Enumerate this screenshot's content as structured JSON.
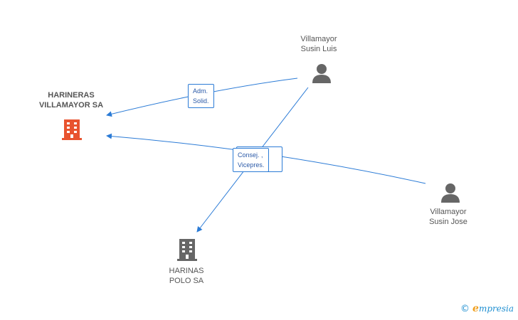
{
  "nodes": {
    "harineras": {
      "line1": "HARINERAS",
      "line2": "VILLAMAYOR SA",
      "type": "company",
      "color": "#e8532f"
    },
    "harinas": {
      "line1": "HARINAS",
      "line2": "POLO SA",
      "type": "company",
      "color": "#666666"
    },
    "luis": {
      "line1": "Villamayor",
      "line2": "Susin Luis",
      "type": "person",
      "color": "#666666"
    },
    "jose": {
      "line1": "Villamayor",
      "line2": "Susin Jose",
      "type": "person",
      "color": "#666666"
    }
  },
  "edges": {
    "adm": {
      "line1": "Adm.",
      "line2": "Solid."
    },
    "consej": {
      "line1": "Consej. ,",
      "line2": "Vicepres."
    }
  },
  "colors": {
    "edge": "#2b7bd6"
  },
  "watermark": {
    "symbol": "©",
    "e": "e",
    "rest": "mpresia"
  }
}
